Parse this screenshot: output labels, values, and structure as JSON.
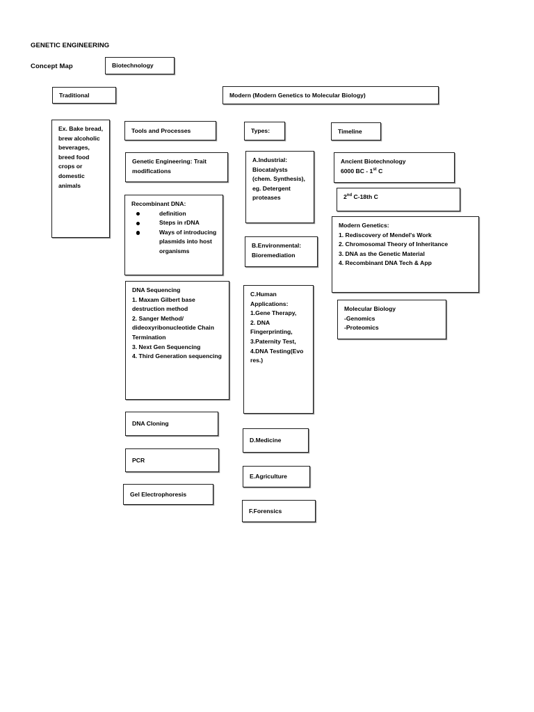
{
  "document": {
    "title_line1": "GENETIC ENGINEERING",
    "title_line2": "Concept Map"
  },
  "nodes": {
    "biotechnology": "Biotechnology",
    "traditional": "Traditional",
    "modern": "Modern (Modern Genetics to Molecular Biology)",
    "traditional_examples": "Ex. Bake bread, brew alcoholic beverages, breed food crops or domestic animals",
    "tools_and_processes": "Tools and Processes",
    "genetic_engineering": "Genetic Engineering: Trait modifications",
    "recombinant_dna_heading": "Recombinant DNA:",
    "recombinant_dna_items": [
      "definition",
      "Steps in rDNA",
      "Ways of introducing plasmids into host organisms"
    ],
    "dna_sequencing": "DNA Sequencing\n1.    Maxam Gilbert base destruction method\n2.    Sanger Method/ dideoxyribonucleotide Chain Termination\n3.    Next Gen Sequencing\n4.    Third Generation sequencing",
    "dna_cloning": "DNA Cloning",
    "pcr": "PCR",
    "gel_electrophoresis": "Gel Electrophoresis",
    "types": "Types:",
    "type_a": "A.Industrial: Biocatalysts (chem. Synthesis), eg. Detergent proteases",
    "type_b": "B.Environmental: Bioremediation",
    "type_c": "C.Human Applications:\n1.Gene Therapy,\n2.   DNA Fingerprinting,\n3.Paternity Test,\n4.DNA Testing(Evo res.)",
    "type_d": "D.Medicine",
    "type_e": "E.Agriculture",
    "type_f": "F.Forensics",
    "timeline": "Timeline",
    "ancient_biotech_line1": "Ancient Biotechnology",
    "ancient_biotech_line2_pre": "6000 BC - 1",
    "ancient_biotech_line2_sup": "st",
    "ancient_biotech_line2_post": " C",
    "second_century_pre": "2",
    "second_century_sup": "nd",
    "second_century_post": " C-18th C",
    "modern_genetics": "Modern Genetics:\n1. Rediscovery of Mendel's Work\n2. Chromosomal Theory of Inheritance\n3. DNA as the Genetic Material\n4. Recombinant DNA Tech & App",
    "molecular_biology": "Molecular Biology\n-Genomics\n-Proteomics"
  },
  "style": {
    "border_color": "#1b1b1b",
    "text_color": "#000000",
    "background": "#ffffff",
    "shadow_color": "#8c8c8c"
  }
}
